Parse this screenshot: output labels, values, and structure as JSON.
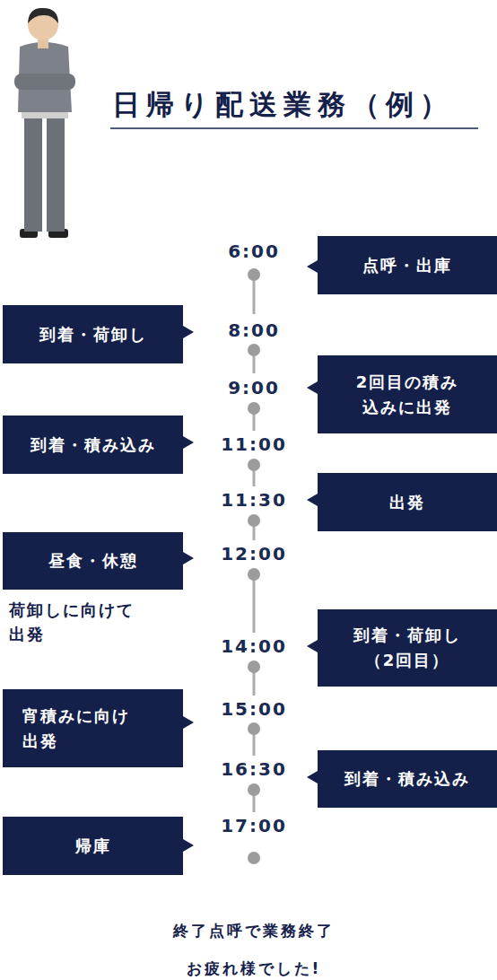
{
  "diagram": {
    "title": "日帰り配送業務（例）",
    "caption": "終了点呼で業務終了 お疲れ様でした!",
    "nodes": [
      {
        "text": [
          "点呼・出庫"
        ]
      },
      {
        "text": [
          "到着・荷卸し"
        ]
      },
      {
        "text": [
          "2回目の積み 込みに出発"
        ]
      },
      {
        "text": [
          "到着・積み込み"
        ]
      },
      {
        "text": [
          "出発"
        ]
      },
      {
        "text": [
          "昼食・休憩"
        ]
      },
      {
        "text": [
          "到着・荷卸し （2回目）"
        ]
      },
      {
        "text": [
          "宵積みに向け 出発"
        ]
      },
      {
        "text": [
          "到着・積み込み"
        ]
      },
      {
        "text": [
          "帰庫"
        ]
      }
    ],
    "labels": [
      "6:00",
      "8:00",
      "9:00",
      "11:00",
      "11:30",
      "12:00",
      "14:00",
      "15:00",
      "16:30",
      "17:00",
      "荷卸しに向けて 出発"
    ]
  }
}
